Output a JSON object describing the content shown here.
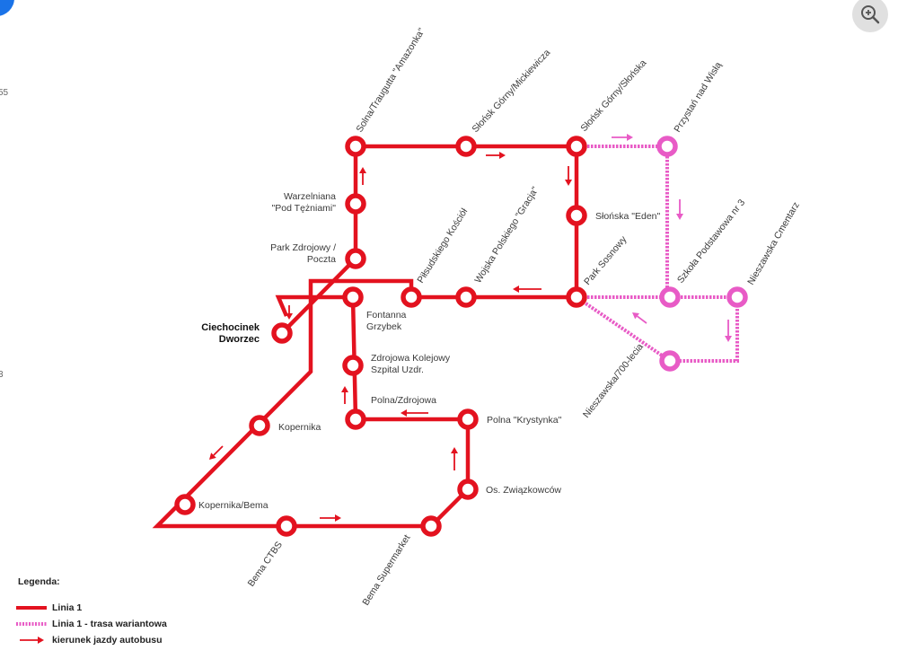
{
  "colors": {
    "line": "#e3121f",
    "variant": "#e85bc6",
    "label": "#3a3a3a"
  },
  "icons": {
    "zoom": "zoom-in-icon",
    "corner": "blue-circle-button"
  },
  "edge_text": [
    "55",
    "3"
  ],
  "stations": [
    {
      "id": "solna",
      "label": "Solna/Traugutta \"Amazonka\"",
      "kind": "main"
    },
    {
      "id": "slonsk_mick",
      "label": "Słońsk Górny/Mickiewicza",
      "kind": "main"
    },
    {
      "id": "slonsk_slon",
      "label": "Słońsk Górny/Słońska",
      "kind": "main"
    },
    {
      "id": "przystan",
      "label": "Przystań nad Wisłą",
      "kind": "variant"
    },
    {
      "id": "warzelniana",
      "label": "Warzelniana\n\"Pod Tężniami\"",
      "kind": "main"
    },
    {
      "id": "eden",
      "label": "Słońska \"Eden\"",
      "kind": "main"
    },
    {
      "id": "park_zdr",
      "label": "Park Zdrojowy /\nPoczta",
      "kind": "main"
    },
    {
      "id": "pilsudskiego",
      "label": "Piłsudskiego Kościół",
      "kind": "main"
    },
    {
      "id": "wojska",
      "label": "Wojska Polskiego \"Gracja\"",
      "kind": "main"
    },
    {
      "id": "sosnowy",
      "label": "Park Sosnowy",
      "kind": "main"
    },
    {
      "id": "szkola",
      "label": "Szkoła Podstawowa nr 3",
      "kind": "variant"
    },
    {
      "id": "nieszawska_cm",
      "label": "Nieszawska Cmentarz",
      "kind": "variant"
    },
    {
      "id": "ciechocinek",
      "label": "Ciechocinek\nDworzec",
      "kind": "main"
    },
    {
      "id": "fontanna",
      "label": "Fontanna\nGrzybek",
      "kind": "main"
    },
    {
      "id": "zdrojowa",
      "label": "Zdrojowa Kolejowy\nSzpital Uzdr.",
      "kind": "main"
    },
    {
      "id": "nieszawska_700",
      "label": "Nieszawska/700-lecia",
      "kind": "variant"
    },
    {
      "id": "polna_zdr",
      "label": "Polna/Zdrojowa",
      "kind": "main"
    },
    {
      "id": "polna_kr",
      "label": "Polna \"Krystynka\"",
      "kind": "main"
    },
    {
      "id": "kopernika",
      "label": "Kopernika",
      "kind": "main"
    },
    {
      "id": "zwiazkowcow",
      "label": "Os. Związkowców",
      "kind": "main"
    },
    {
      "id": "kop_bema",
      "label": "Kopernika/Bema",
      "kind": "main"
    },
    {
      "id": "bema_ctbs",
      "label": "Bema CTBS",
      "kind": "main"
    },
    {
      "id": "bema_super",
      "label": "Bema Supermarket",
      "kind": "main"
    }
  ],
  "legend": {
    "title": "Legenda:",
    "line": "Linia 1",
    "variant": "Linia 1 - trasa wariantowa",
    "direction": "kierunek jazdy autobusu"
  }
}
